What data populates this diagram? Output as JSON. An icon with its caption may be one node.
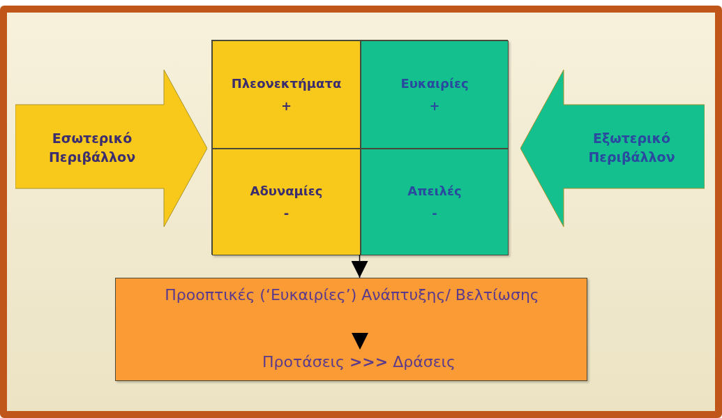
{
  "diagram": {
    "nodes": [
      {
        "text": [
          "Εσωτερικό Περιβάλλον"
        ]
      },
      {
        "text": [],
        "shape": "box"
      },
      {
        "text": [
          "Πλεονεκτήματα",
          "+"
        ],
        "in": 1
      },
      {
        "text": [
          "Ευκαιρίες",
          "+"
        ],
        "in": 1
      },
      {
        "text": [
          "Αδυναμίες",
          "-"
        ],
        "in": 1
      },
      {
        "text": [
          "Απειλές",
          "-"
        ],
        "in": 1
      },
      {
        "text": [
          "Εξωτερικό Περιβάλλον"
        ]
      },
      {
        "text": [],
        "shape": "box"
      },
      {
        "text": [
          "Προοπτικές (‘Ευκαιρίες’) Ανάπτυξης/ Βελτίωσης"
        ],
        "in": 7
      },
      {
        "text": [
          "Προτάσεις **>>>** Δράσεις"
        ],
        "in": 7
      }
    ],
    "edges": [
      {
        "from": 1,
        "to": 7,
        "arrow": "to"
      },
      {
        "from": 8,
        "to": 9,
        "arrow": "to"
      }
    ]
  }
}
